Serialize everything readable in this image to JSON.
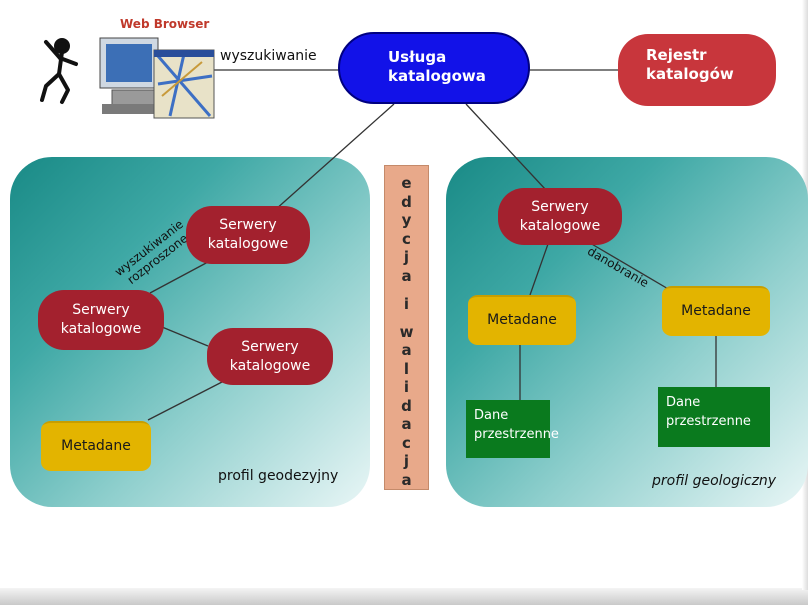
{
  "diagram": {
    "client": {
      "browser_label": "Web Browser",
      "user_icon": "running-person-icon",
      "computer_icon": "computer-with-map-icon"
    },
    "search_label": "wyszukiwanie",
    "catalog_service": {
      "line1": "Usługa",
      "line2": "katalogowa",
      "color": "#1212e8"
    },
    "catalog_registry": {
      "line1": "Rejestr",
      "line2": "katalogów",
      "color": "#c8363c"
    },
    "edit_validate": [
      "e",
      "d",
      "y",
      "c",
      "j",
      "a",
      "",
      "i",
      "",
      "w",
      "a",
      "l",
      "i",
      "d",
      "a",
      "c",
      "j",
      "a"
    ],
    "left_panel": {
      "profile_label": "profil geodezyjny",
      "distributed_search_line1": "wyszukiwanie",
      "distributed_search_line2": "rozproszone",
      "servers": [
        {
          "line1": "Serwery",
          "line2": "katalogowe"
        },
        {
          "line1": "Serwery",
          "line2": "katalogowe"
        },
        {
          "line1": "Serwery",
          "line2": "katalogowe"
        }
      ],
      "metadata_label": "Metadane"
    },
    "right_panel": {
      "profile_label": "profil geologiczny",
      "server": {
        "line1": "Serwery",
        "line2": "katalogowe"
      },
      "download_label": "danobranie",
      "metadata": [
        "Metadane",
        "Metadane"
      ],
      "spatial_data": [
        {
          "line1": "Dane",
          "line2": "przestrzenne"
        },
        {
          "line1": "Dane",
          "line2": "przestrzenne"
        }
      ]
    },
    "colors": {
      "server": "#a3212e",
      "metadata": "#e3b400",
      "spatial_data": "#0a7a1e",
      "panel": "#198a86",
      "edit_bar": "#e8a98a"
    }
  }
}
